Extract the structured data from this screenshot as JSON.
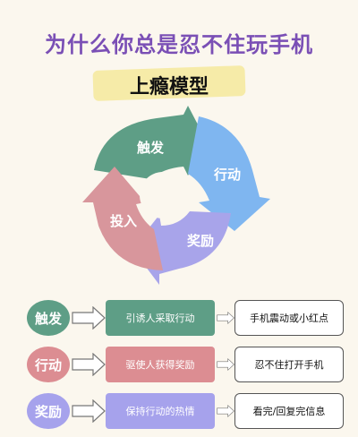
{
  "title": "为什么你总是忍不住玩手机",
  "subtitle": "上瘾模型",
  "cycle": {
    "segments": [
      {
        "label": "触发",
        "color": "#5e9e86"
      },
      {
        "label": "行动",
        "color": "#7fb6f0"
      },
      {
        "label": "奖励",
        "color": "#a8a4ea"
      },
      {
        "label": "投入",
        "color": "#d8969c"
      }
    ]
  },
  "rows": [
    {
      "stage": "触发",
      "action": "引诱人采取行动",
      "example": "手机震动或小红点",
      "color": "#5e9e86"
    },
    {
      "stage": "行动",
      "action": "驱使人获得奖励",
      "example": "忍不住打开手机",
      "color": "#dc8d92"
    },
    {
      "stage": "奖励",
      "action": "保持行动的热情",
      "example": "看完/回复完信息",
      "color": "#a6a2ec"
    }
  ]
}
